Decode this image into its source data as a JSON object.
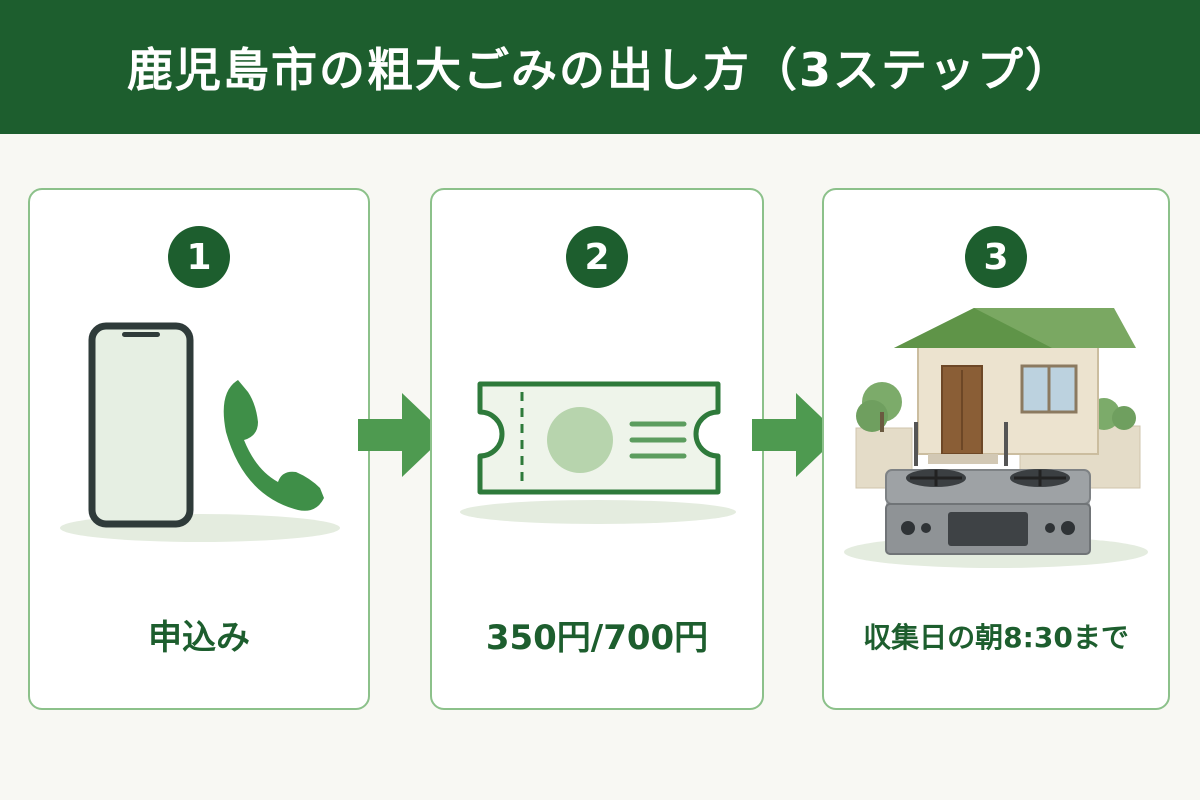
{
  "header": {
    "title": "鹿児島市の粗大ごみの出し方（3ステップ）"
  },
  "steps": [
    {
      "number": "1",
      "label": "申込み",
      "icons": [
        "smartphone-icon",
        "phone-handset-icon"
      ]
    },
    {
      "number": "2",
      "label": "350円/700円",
      "icons": [
        "ticket-icon"
      ]
    },
    {
      "number": "3",
      "label": "収集日の朝8:30まで",
      "icons": [
        "house-icon",
        "gas-stove-icon"
      ]
    }
  ],
  "colors": {
    "header_bg": "#1d5e2e",
    "accent_green": "#3f8f48",
    "card_border": "#8cc18a",
    "background": "#f8f8f3"
  }
}
